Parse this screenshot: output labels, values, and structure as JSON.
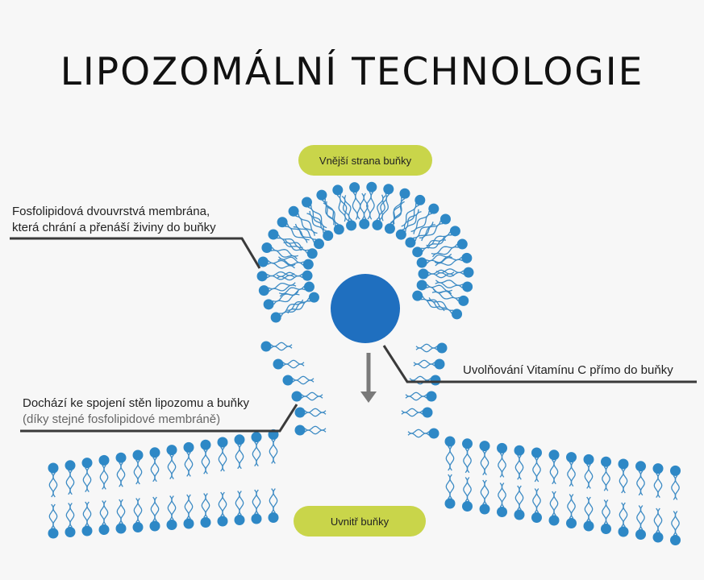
{
  "title": "LIPOZOMÁLNÍ TECHNOLOGIE",
  "labels": {
    "outside": "Vnější strana buňky",
    "inside": "Uvnitř buňky",
    "membrane_line1": "Fosfolipidová dvouvrstvá membrána,",
    "membrane_line2": "která chrání a přenáší živiny do buňky",
    "release": "Uvolňování Vitamínu C přímo do buňky",
    "fusion_line1": "Dochází ke spojení stěn lipozomu a buňky",
    "fusion_line2": "(díky stejné fosfolipidové membráně)"
  },
  "colors": {
    "background": "#f7f7f7",
    "pill": "#c9d54a",
    "lipid_head": "#2e88c6",
    "lipid_tail": "#3d8bc4",
    "vitamin_core": "#1f6fbf",
    "leader_line": "#3a3a3a",
    "arrow": "#7a7a7a"
  }
}
